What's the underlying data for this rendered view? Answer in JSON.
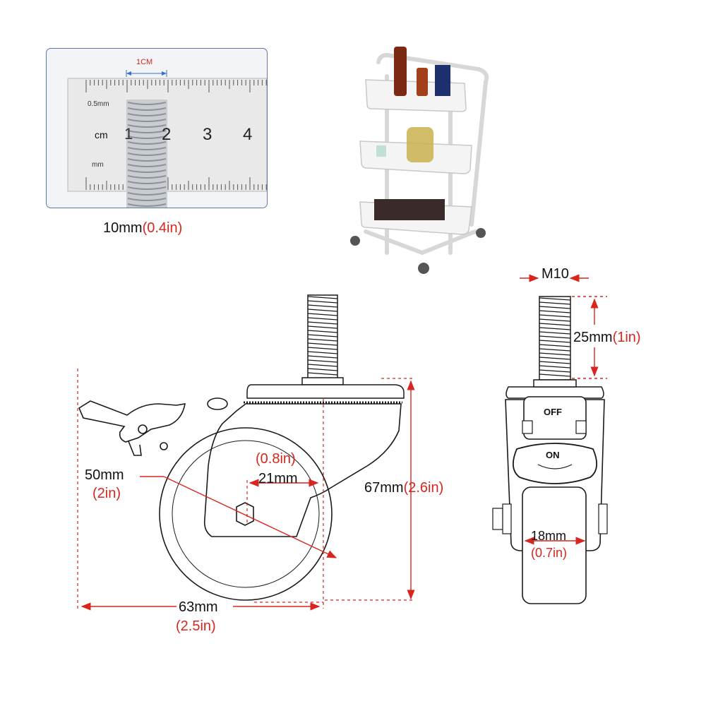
{
  "ruler_inset": {
    "scale_label": "1CM",
    "ruler_half_mm_label": "0.5mm",
    "ruler_cm_label": "cm",
    "ruler_mm_label": "mm",
    "ruler_numbers": [
      "2",
      "3",
      "4"
    ],
    "ruler_one": "1",
    "caption_mm": "10mm",
    "caption_in": "(0.4in)"
  },
  "side_view": {
    "wheel_dia_mm": "50mm",
    "wheel_dia_in": "(2in)",
    "offset_in": "(0.8in)",
    "offset_mm": "21mm",
    "height_mm": "67mm",
    "height_in": "(2.6in)",
    "length_mm": "63mm",
    "length_in": "(2.5in)"
  },
  "front_view": {
    "thread_label": "M10",
    "stem_mm": "25mm",
    "stem_in": "(1in)",
    "brake_off": "OFF",
    "brake_on": "ON",
    "wheel_width_mm": "18mm",
    "wheel_width_in": "(0.7in)"
  },
  "colors": {
    "dimension_red": "#d8261f",
    "line_dark": "#1a1a1a",
    "inset_border": "#5b7aa8"
  }
}
